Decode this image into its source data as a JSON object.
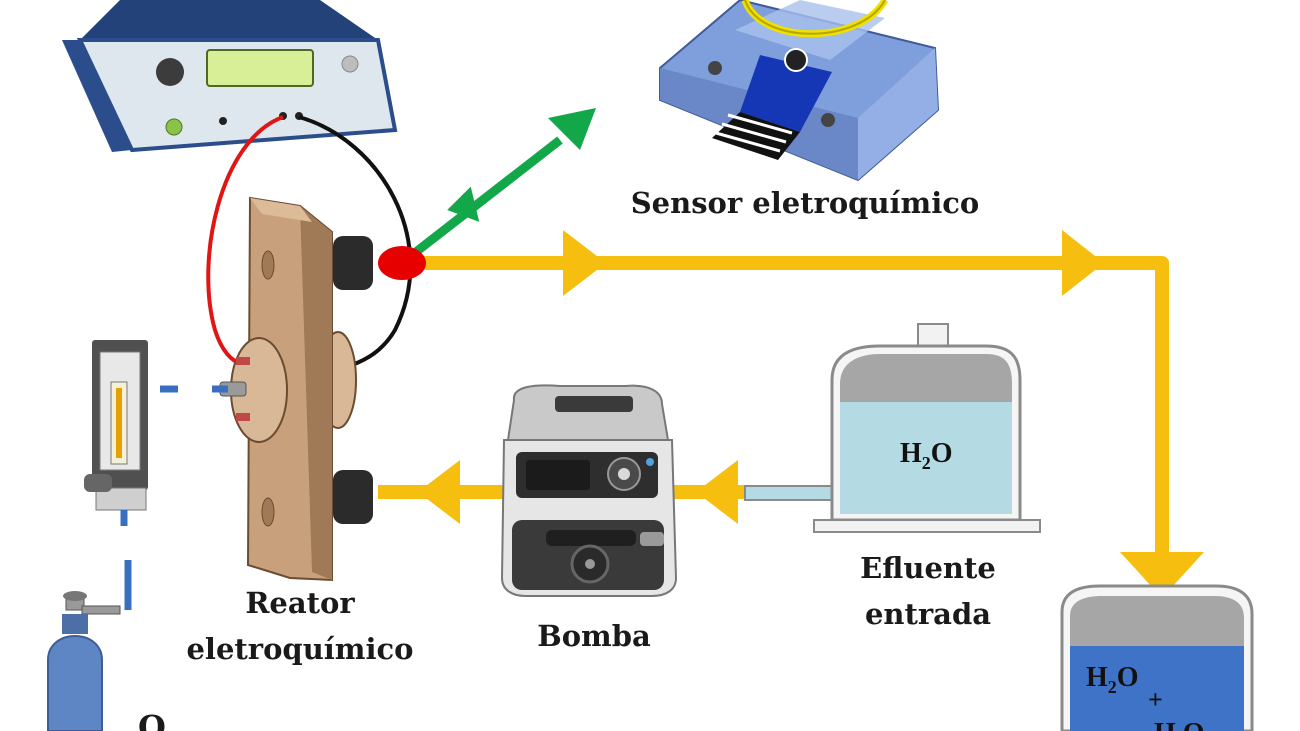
{
  "labels": {
    "sensor": "Sensor eletroquímico",
    "reactor_line1": "Reator",
    "reactor_line2": "eletroquímico",
    "pump": "Bomba",
    "effluent_line1": "Efluente",
    "effluent_line2": "entrada",
    "gas_partial": "O"
  },
  "chemistry": {
    "water_main": "H",
    "water_sub": "2",
    "water_tail": "O",
    "plus": "+",
    "partial_tail": "H O"
  },
  "colors": {
    "flow_arrow": "#f6bf10",
    "sampling_arrow": "#12a84a",
    "junction": "#e60000",
    "wire_positive": "#e01515",
    "wire_negative": "#111111",
    "reactor_body": "#c9a07c",
    "tank_water": "#b4dbe3",
    "out_tank_water": "#3f73c8",
    "tank_cap": "#a6a6a6",
    "power_supply": "#2c4d8c",
    "sensor_base": "#7f9edc",
    "sensor_chip": "#1536b5",
    "cylinder": "#5f86c4",
    "dash_line": "#3a6fc0"
  },
  "icons": [
    "power-supply-icon",
    "electrochemical-sensor-icon",
    "electrochemical-reactor-icon",
    "rotameter-icon",
    "oxygen-cylinder-icon",
    "peristaltic-pump-icon",
    "effluent-tank-icon",
    "output-tank-icon"
  ]
}
